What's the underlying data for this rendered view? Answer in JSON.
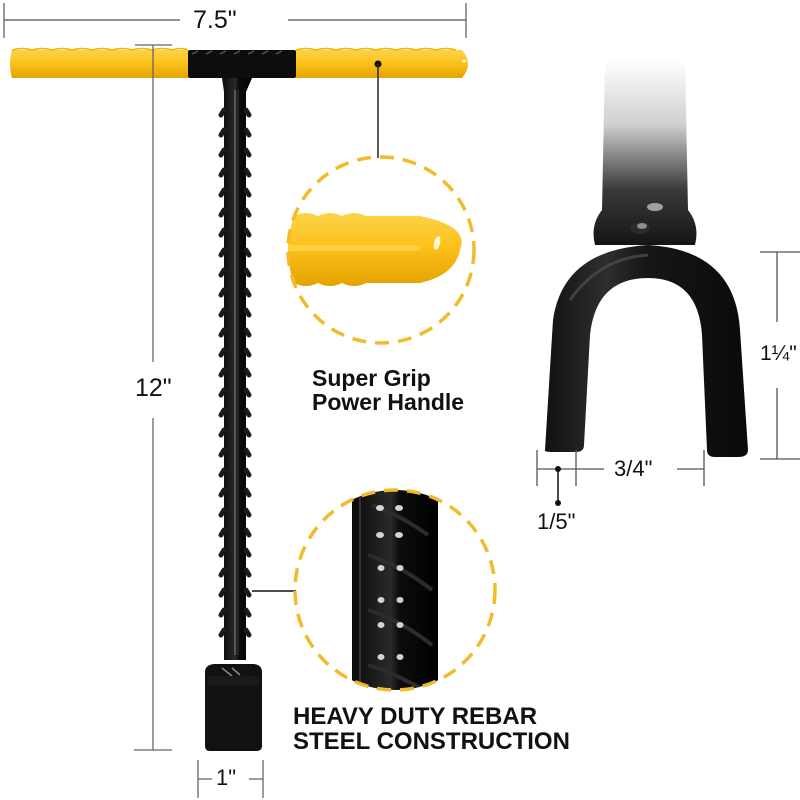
{
  "colors": {
    "background": "#ffffff",
    "handle_yellow": "#fcc21b",
    "handle_yellow_shadow": "#e6a600",
    "steel_black": "#111111",
    "dashed_circle": "#f1bb2b",
    "dimension_line": "#555555",
    "text": "#111111"
  },
  "dimensions": {
    "handle_width": "7.5\"",
    "tool_length": "12\"",
    "base_width": "1\"",
    "fork_height": "1¼\"",
    "fork_gap": "3/4\"",
    "tine_width": "1/5\""
  },
  "features": {
    "grip": {
      "line1": "Super Grip",
      "line2": "Power Handle"
    },
    "rebar": {
      "line1": "HEAVY DUTY REBAR",
      "line2": "STEEL CONSTRUCTION"
    }
  },
  "icons": {
    "grip_callout": "dashed-circle-zoom",
    "rebar_callout": "dashed-circle-zoom"
  }
}
